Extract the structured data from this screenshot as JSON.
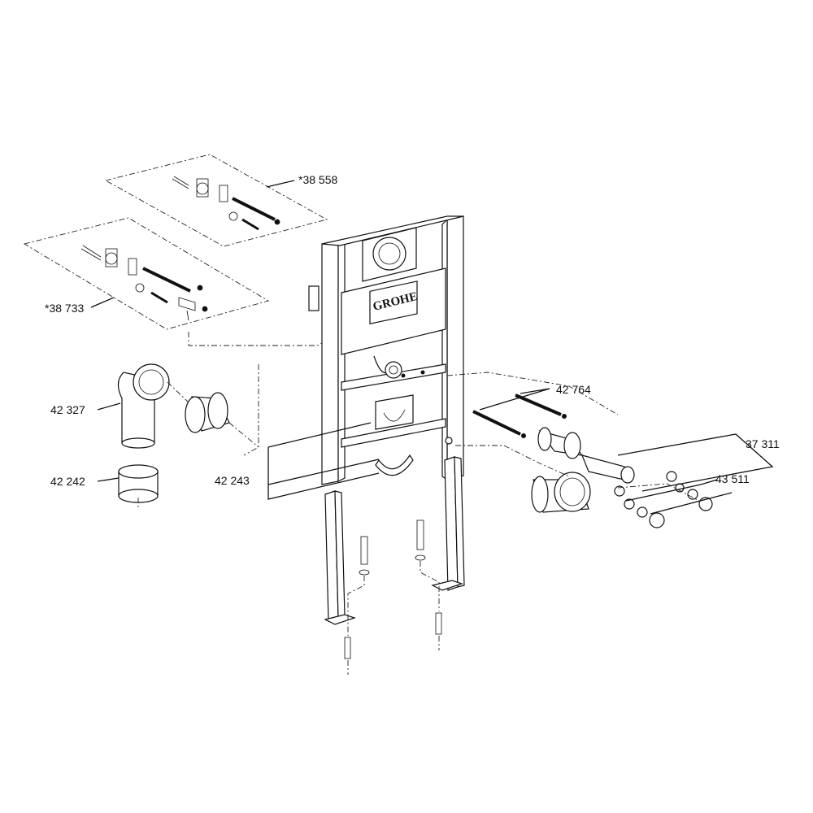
{
  "diagram": {
    "brand": "GROHE",
    "labels": {
      "p38558": "*38 558",
      "p38733": "*38 733",
      "p42327": "42 327",
      "p42242": "42 242",
      "p42243": "42 243",
      "p42764": "42 764",
      "p37311": "37 311",
      "p43511": "43 511"
    }
  }
}
